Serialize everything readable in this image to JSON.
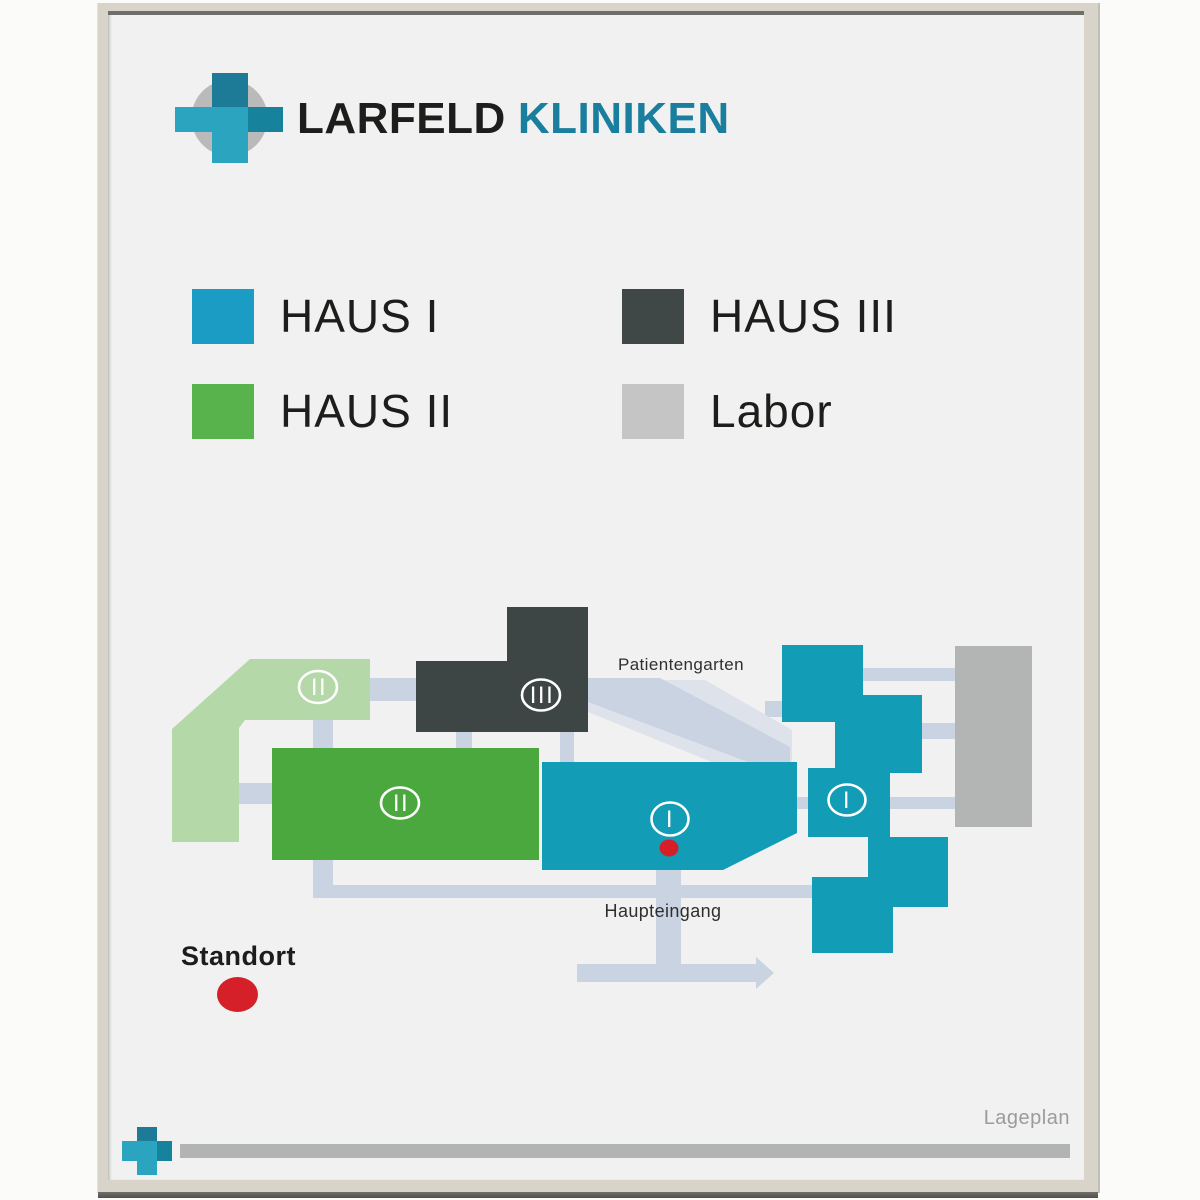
{
  "header": {
    "title_primary": "LARFELD",
    "title_secondary": "KLINIKEN"
  },
  "legend": {
    "items": [
      {
        "label": "HAUS I",
        "color": "#1b9cc4"
      },
      {
        "label": "HAUS II",
        "color": "#58b34c"
      },
      {
        "label": "HAUS III",
        "color": "#404747"
      },
      {
        "label": "Labor",
        "color": "#c4c5c4"
      }
    ]
  },
  "map": {
    "labels": {
      "garden": "Patientengarten",
      "entrance": "Haupteingang"
    },
    "buildings": {
      "haus1_main": {
        "label": "I"
      },
      "haus1_east": {
        "label": "I"
      },
      "haus2_main": {
        "label": "II"
      },
      "haus2_annex": {
        "label": "II"
      },
      "haus3": {
        "label": "III"
      }
    }
  },
  "location": {
    "label": "Standort"
  },
  "footer": {
    "caption": "Lageplan"
  },
  "colors": {
    "teal": "#129cb6",
    "green": "#4aa83f",
    "green_light": "#b5d8a8",
    "dark": "#3e4545",
    "labor": "#b3b5b4",
    "path": "#c9d3e2",
    "path_light": "#dde2eb",
    "red": "#d52029",
    "brand_teal_light": "#2ba4bf",
    "brand_teal_dark": "#1d7b97",
    "brand_teal_mid": "#17829c",
    "circle_gray": "#b9bab9",
    "bar_gray": "#b2b4b3"
  }
}
